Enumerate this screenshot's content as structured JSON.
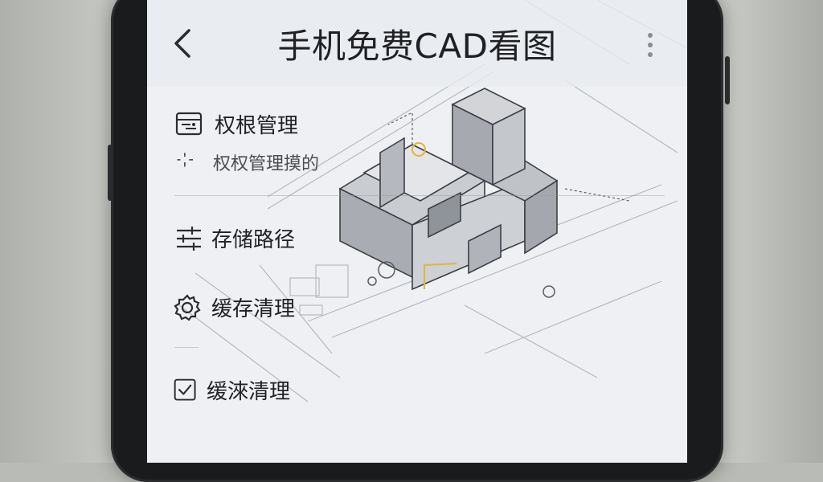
{
  "header": {
    "title": "手机免费CAD看图"
  },
  "menu": {
    "permission_title": "权根管理",
    "permission_subtitle": "权权管理摸的",
    "storage_path": "存储路径",
    "cache_clean": "缓存清理",
    "cache_clean_2": "缓淶清理"
  },
  "icons": {
    "back": "chevron-left-icon",
    "more": "more-vertical-icon",
    "permission": "monitor-settings-icon",
    "permission_sub": "dotted-cross-icon",
    "storage": "sliders-icon",
    "cache": "gear-icon",
    "cache2": "checkbox-icon"
  },
  "colors": {
    "text": "#1f2124",
    "accent_yellow": "#e3b43a",
    "screen_bg": "#eef0f3"
  }
}
